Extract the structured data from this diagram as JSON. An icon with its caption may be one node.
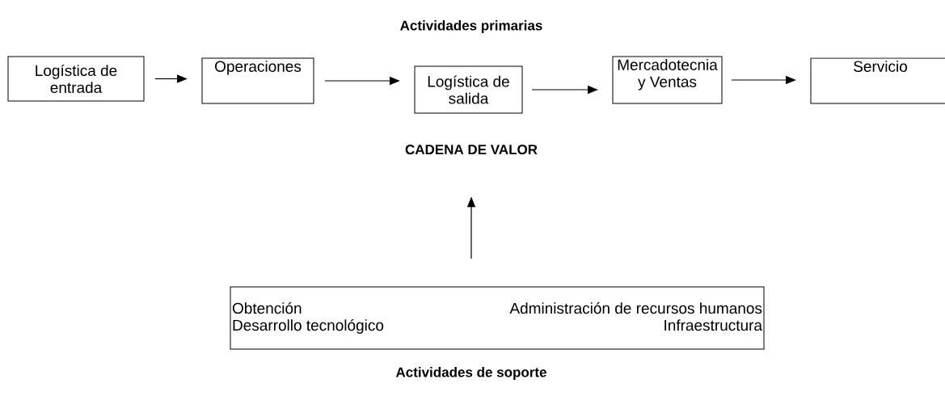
{
  "diagram": {
    "title": "Actividades primarias",
    "caption": "Actividades de soporte",
    "nodes": [
      {
        "text": [
          "Logística de entrada"
        ]
      },
      {
        "text": [
          "Operaciones"
        ]
      },
      {
        "text": [
          "Logística de salida"
        ]
      },
      {
        "text": [
          "Mercadotecnia y Ventas"
        ]
      },
      {
        "text": [
          "Servicio"
        ]
      },
      {
        "text": [
          "CADENA DE VALOR"
        ]
      },
      {
        "text": [
          "Obtención",
          "Administración de recursos humanos",
          "Desarrollo tecnológico",
          "Infraestructura"
        ]
      }
    ],
    "edges": [
      {
        "from": 0,
        "to": 1,
        "arrow": "to"
      },
      {
        "from": 1,
        "to": 2,
        "arrow": "to"
      },
      {
        "from": 2,
        "to": 3,
        "arrow": "to"
      },
      {
        "from": 3,
        "to": 4,
        "arrow": "to"
      },
      {
        "from": 6,
        "to": 5,
        "arrow": "to"
      }
    ]
  }
}
